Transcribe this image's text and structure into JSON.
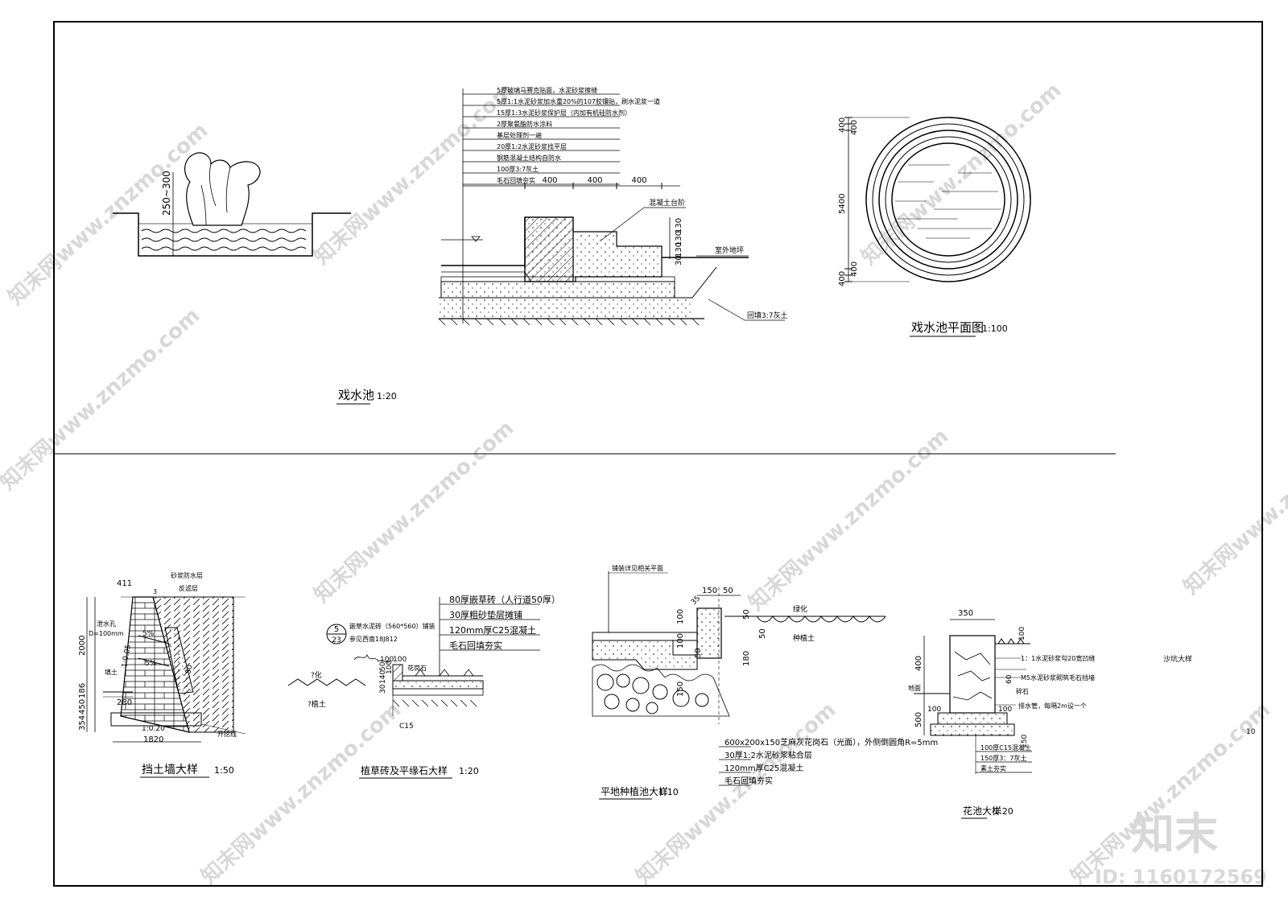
{
  "watermarks": {
    "site": "知末网www.znzmo.com",
    "logo": "知末",
    "id": "ID: 1160172569"
  },
  "fountain_section": {
    "title": "戏水池",
    "scale": "1:20",
    "depth_label": "250~300",
    "layers": [
      "5厚玻璃马赛克贴面，水泥砂浆擦缝",
      "5厚1:1水泥砂浆加水重20%的107胶镶贴，刷水泥浆一道",
      "15厚1:3水泥砂浆保护层（内加有机硅防水剂）",
      "2厚聚氨酯防水涂料",
      "基层处理剂一遍",
      "20厚1:2水泥砂浆找平层",
      "钢筋混凝土结构自防水",
      "100厚3:7灰土",
      "毛石回填夯实"
    ],
    "dims_top": [
      "400",
      "400",
      "400"
    ],
    "dims_side": [
      "130",
      "130",
      "130"
    ],
    "dim_small": "30",
    "label_concrete_step": "混凝土台阶",
    "label_outdoor_ground": "室外地坪",
    "label_backfill": "回填3:7灰土"
  },
  "fountain_plan": {
    "title": "戏水池平面图",
    "scale": "1:100",
    "dims": [
      "400",
      "400",
      "5400",
      "400",
      "400"
    ]
  },
  "retaining_wall": {
    "title": "挡土墙大样",
    "scale": "1:50",
    "labels": {
      "top": "411",
      "waterproof": "砂浆防水层",
      "backfill": "反滤层",
      "drain": "泄水孔",
      "drain_d": "D=100mm",
      "slope1": "5%",
      "slope2": "5%",
      "ratio1": "1:0.05",
      "ratio2": "1:0.20",
      "soil": "填土",
      "h1": "2000",
      "h2": "280",
      "h3": "186",
      "h4": "450",
      "h5": "354",
      "w": "1820",
      "note": "开挖线",
      "n3": "3",
      "n50": "50"
    }
  },
  "grass_paver": {
    "title": "植草砖及平缘石大样",
    "scale": "1:20",
    "layers": [
      "80厚嵌草砖（人行道50厚）",
      "30厚粗砂垫层摊铺",
      "120mm厚C25混凝土",
      "毛石回填夯实"
    ],
    "ref_num": "5",
    "ref_den": "23",
    "ref_text1": "嵌草水泥砖（560*560）铺装",
    "ref_text2": "参见西南18J812",
    "label_green": "?化",
    "label_soil": "?植土",
    "label_curb": "花岗石",
    "label_c15": "C15",
    "dims": [
      "100",
      "100",
      "30",
      "140",
      "50",
      "100"
    ]
  },
  "planting_pool": {
    "title": "平地种植池大样",
    "scale": "1:10",
    "top_note": "铺装详见相关平面",
    "label_green": "绿化",
    "label_soil": "种植土",
    "dims_top": [
      "150",
      "50"
    ],
    "dims": [
      "35",
      "100",
      "100",
      "50",
      "150",
      "50",
      "50",
      "180",
      "150"
    ],
    "layers": [
      "600x200x150芝麻灰花岗石（光面），外侧倒圆角R=5mm",
      "30厚1:2水泥砂浆粘合层",
      "120mm厚C25混凝土",
      "毛石回填夯实"
    ]
  },
  "flower_bed": {
    "title": "花池大样",
    "scale": "1:20",
    "dims": [
      "350",
      "100",
      "400",
      "500",
      "100",
      "100",
      "150",
      "60"
    ],
    "label_ground": "地面",
    "label_gravel": "碎石",
    "label_pipe": "排水管，每隔2m设一个",
    "notes": [
      "1：1水泥砂浆勾20宽凹缝",
      "M5水泥砂浆砌筑毛石挡墙"
    ],
    "layers": [
      "100厚C15混凝土",
      "150厚3：7灰土",
      "素土夯实"
    ]
  },
  "sandpit": {
    "title": "沙坑大样",
    "page": "10"
  }
}
